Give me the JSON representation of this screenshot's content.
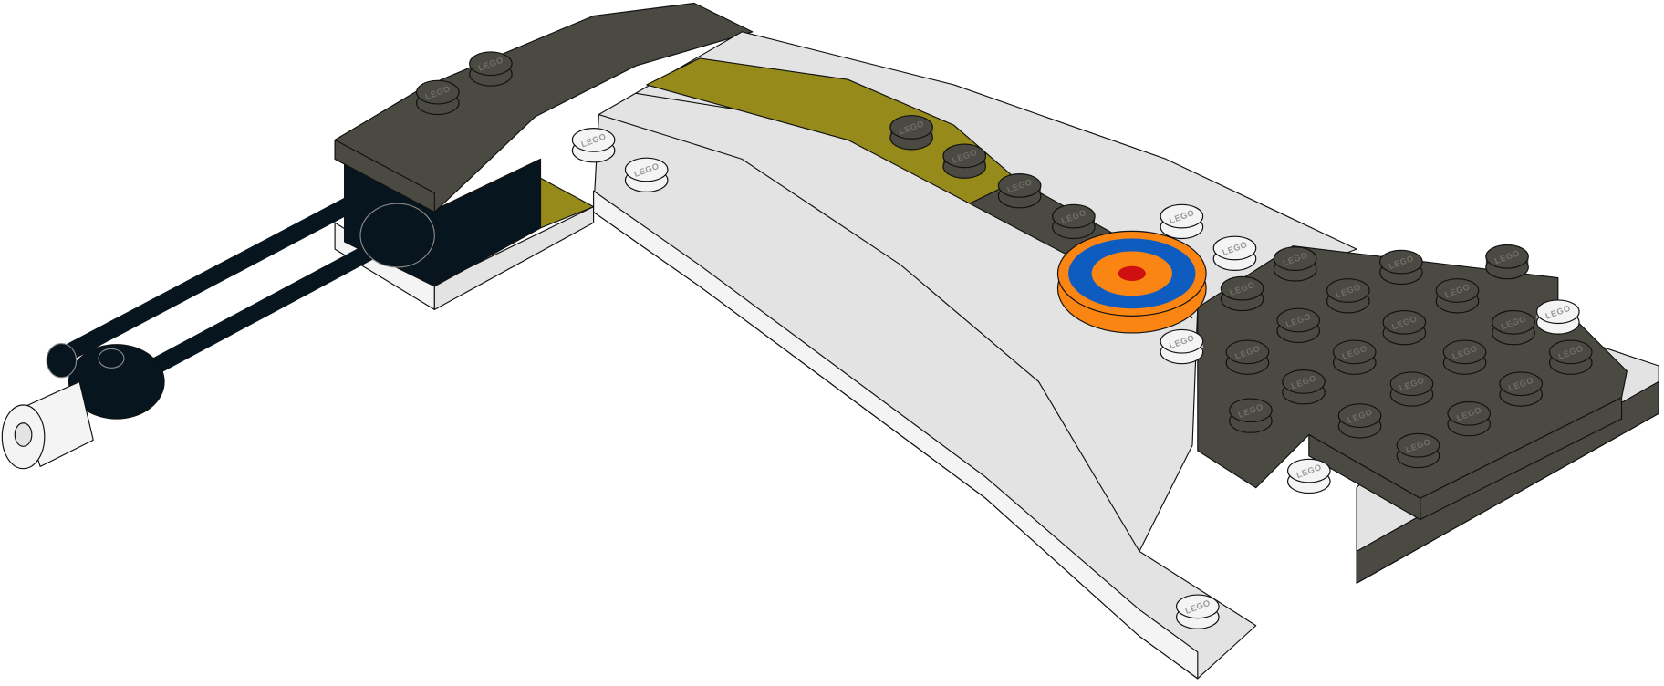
{
  "model": {
    "stud_logo_text": "LEGO",
    "colors": {
      "white": "#e3e3e3",
      "white_side": "#f4f4f4",
      "dark_gray": "#4b4a42",
      "black": "#07151e",
      "olive": "#958a1a",
      "orange": "#fb8513",
      "blue": "#0f5cc0",
      "red": "#d01010",
      "outline": "#111111"
    },
    "parts": [
      {
        "name": "curved-slope-dark-gray"
      },
      {
        "name": "black-brick"
      },
      {
        "name": "twin-black-rods"
      },
      {
        "name": "white-cone"
      },
      {
        "name": "white-wedge-body"
      },
      {
        "name": "olive-stripe"
      },
      {
        "name": "orange-round-tile-target"
      },
      {
        "name": "dark-gray-wedge-plates"
      }
    ]
  }
}
